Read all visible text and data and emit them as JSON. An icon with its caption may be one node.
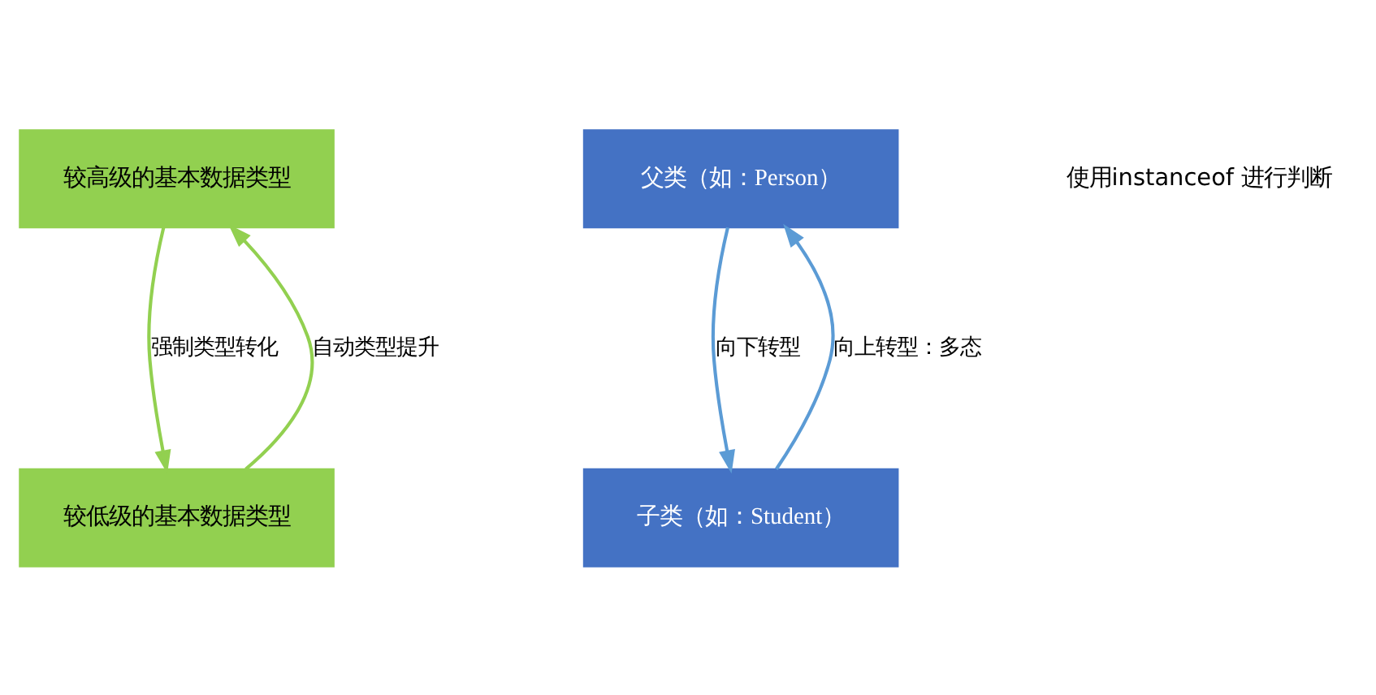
{
  "diagram": {
    "nodes": [
      {
        "text": [
          "较高级的基本数据类型"
        ]
      },
      {
        "text": [
          "较低级的基本数据类型"
        ]
      },
      {
        "text": [
          "父类（如：Person）"
        ]
      },
      {
        "text": [
          "子类（如：Student）"
        ]
      }
    ],
    "edges": [
      {
        "from": 0,
        "to": 1,
        "arrow": "to",
        "label": "强制类型转化",
        "color": "#92d050"
      },
      {
        "from": 1,
        "to": 0,
        "arrow": "to",
        "label": "自动类型提升",
        "color": "#92d050"
      },
      {
        "from": 2,
        "to": 3,
        "arrow": "to",
        "label": "向下转型",
        "color": "#5b9bd5"
      },
      {
        "from": 3,
        "to": 2,
        "arrow": "to",
        "label": "向上转型：多态",
        "color": "#5b9bd5"
      }
    ],
    "labels": [
      "使用instanceof 进行判断"
    ]
  }
}
